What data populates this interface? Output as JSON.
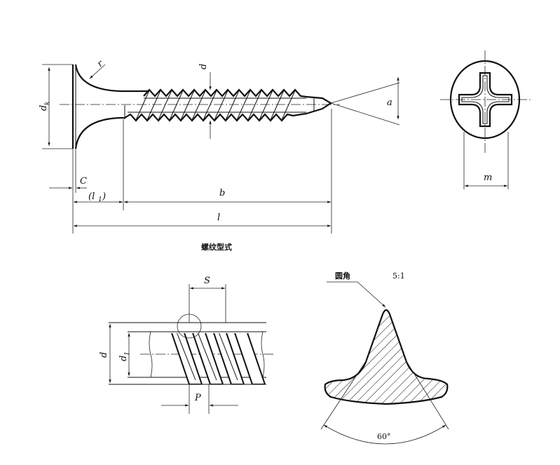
{
  "labels": {
    "dk": "d",
    "dk_sub": "k",
    "r": "r",
    "d_top": "d",
    "a": "a",
    "m": "m",
    "c": "C",
    "l1": "(l",
    "l1_sub": "1",
    "l1_close": ")",
    "b": "b",
    "l": "l",
    "caption": "螺纹型式",
    "s": "S",
    "d_thread": "d",
    "d1": "d",
    "d1_sub": "1",
    "p": "P",
    "rounded": "圆角",
    "scale": "5:1",
    "angle": "60°"
  }
}
